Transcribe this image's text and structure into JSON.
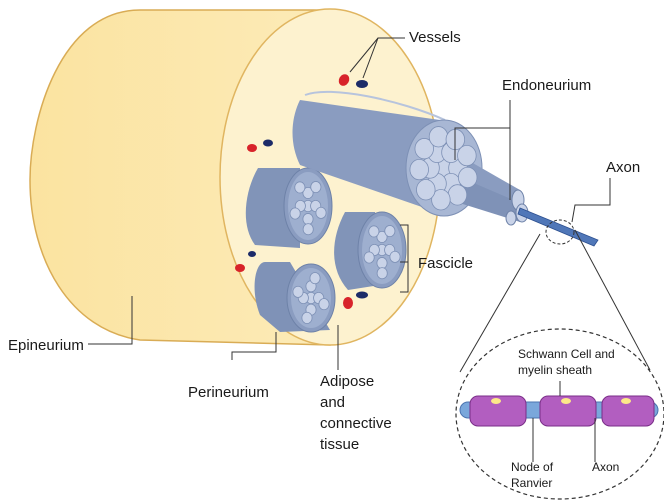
{
  "labels": {
    "vessels": "Vessels",
    "endoneurium": "Endoneurium",
    "axon": "Axon",
    "fascicle": "Fascicle",
    "epineurium": "Epineurium",
    "perineurium": "Perineurium",
    "adipose_line1": "Adipose",
    "adipose_line2": "and",
    "adipose_line3": "connective",
    "adipose_line4": "tissue",
    "schwann_line1": "Schwann Cell and",
    "schwann_line2": "myelin sheath",
    "node_line1": "Node of",
    "node_line2": "Ranvier",
    "inset_axon": "Axon"
  },
  "colors": {
    "epineurium_fill": "#fbe7a8",
    "epineurium_stroke": "#e0b560",
    "fascicle_fill": "#8d9fc0",
    "fascicle_dark": "#6e82a8",
    "fiber_fill": "#c9d3e8",
    "vessel_red": "#d8232a",
    "vessel_blue": "#1c2b68",
    "myelin_purple": "#b25ec0",
    "axon_blue": "#7aa7db",
    "node_yellow": "#fde88a"
  }
}
